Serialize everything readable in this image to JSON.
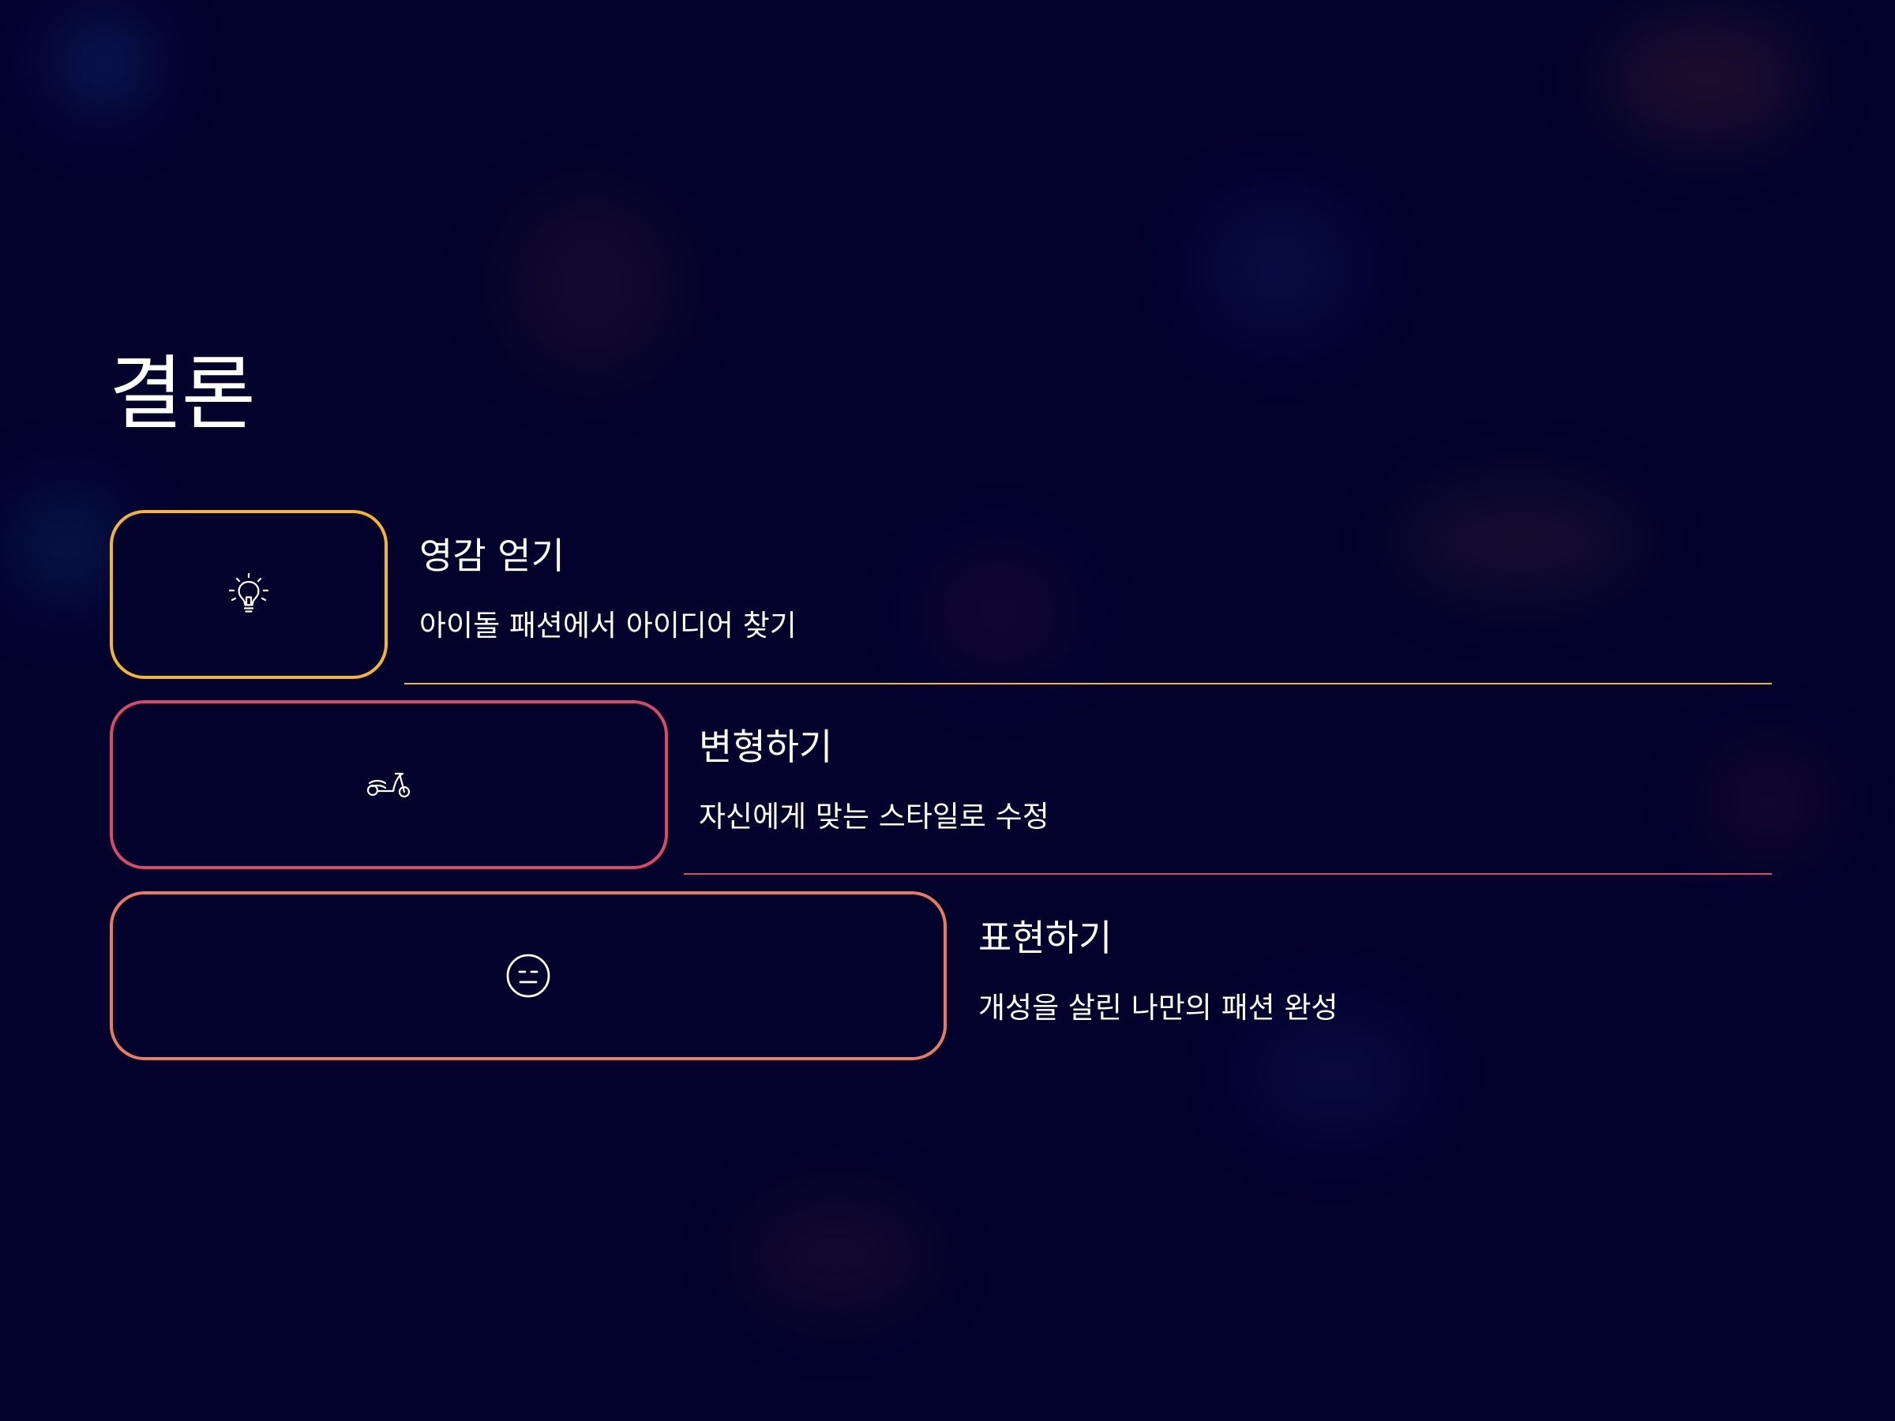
{
  "slide": {
    "title": "결론"
  },
  "items": [
    {
      "title": "영감 얻기",
      "description": "아이돌 패션에서 아이디어 찾기",
      "icon": "lightbulb-icon",
      "color": "#f4b530"
    },
    {
      "title": "변형하기",
      "description": "자신에게 맞는 스타일로 수정",
      "icon": "scooter-icon",
      "color": "#d94a63"
    },
    {
      "title": "표현하기",
      "description": "개성을 살린 나만의 패션 완성",
      "icon": "neutral-face-icon",
      "color": "#e87c63"
    }
  ]
}
